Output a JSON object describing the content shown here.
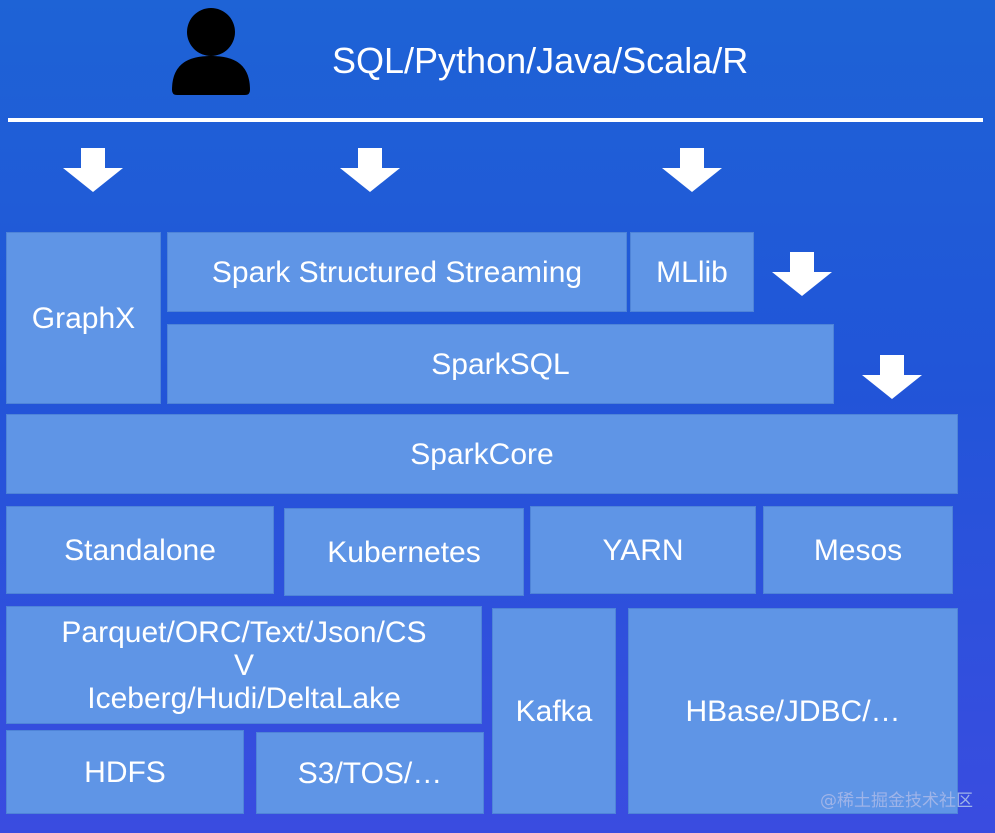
{
  "header": {
    "languages": "SQL/Python/Java/Scala/R"
  },
  "icons": {
    "user": "user-icon",
    "arrow": "down-arrow-icon"
  },
  "colors": {
    "background": "#2358d8",
    "box_fill": "#5f95e6",
    "text": "#ffffff"
  },
  "layers": {
    "graphx": "GraphX",
    "structured_streaming": "Spark Structured Streaming",
    "mllib": "MLlib",
    "sparksql": "SparkSQL",
    "sparkcore": "SparkCore",
    "cluster_managers": {
      "standalone": "Standalone",
      "kubernetes": "Kubernetes",
      "yarn": "YARN",
      "mesos": "Mesos"
    },
    "storage": {
      "formats_line1": "Parquet/ORC/Text/Json/CS",
      "formats_line2": "V",
      "formats_line3": "Iceberg/Hudi/DeltaLake",
      "kafka": "Kafka",
      "hbase": "HBase/JDBC/…",
      "hdfs": "HDFS",
      "s3": "S3/TOS/…"
    }
  },
  "watermark": "@稀土掘金技术社区"
}
